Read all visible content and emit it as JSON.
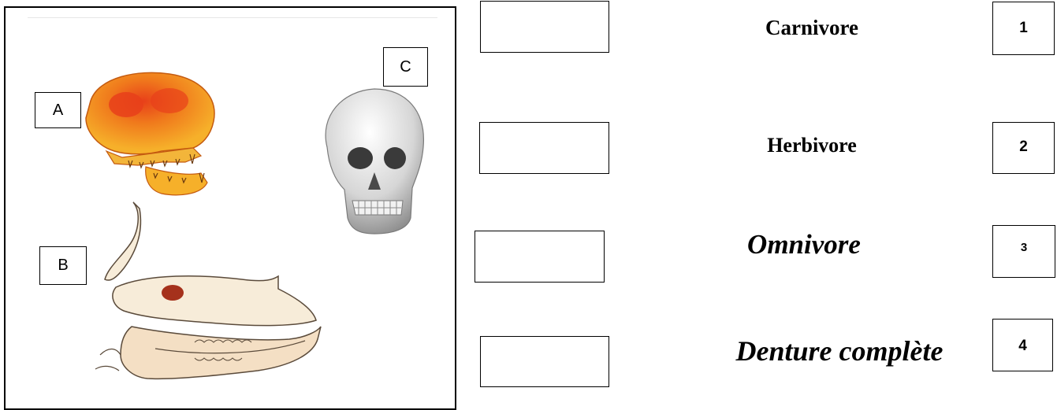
{
  "figure": {
    "labels": [
      "A",
      "B",
      "C"
    ],
    "illustrations": [
      "cat-skull",
      "cow-skull",
      "human-skull"
    ]
  },
  "terms": [
    "Carnivore",
    "Herbivore",
    "Omnivore",
    "Denture complète"
  ],
  "numbers": [
    "1",
    "2",
    "3",
    "4"
  ],
  "colors": {
    "cat_skull_fill": "#f4a418",
    "cat_skull_highlight": "#e8401a",
    "cow_skull_fill": "#f7ecd9",
    "human_skull_fill": "#d8d8d8"
  }
}
